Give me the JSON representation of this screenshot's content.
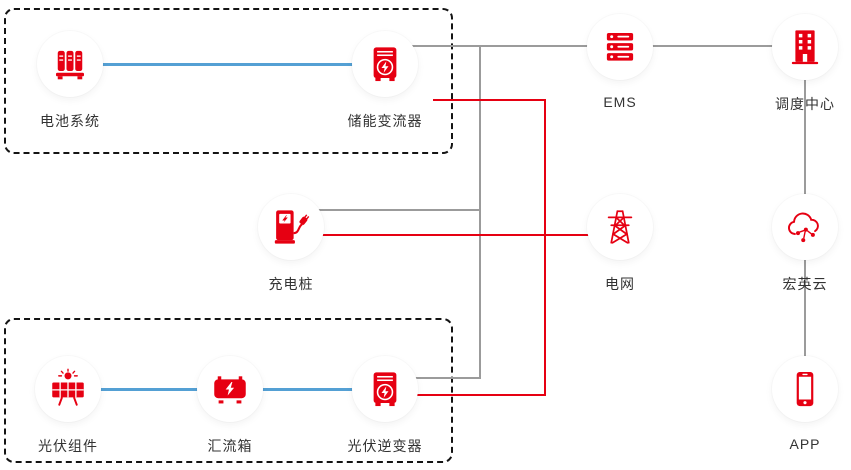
{
  "diagram": {
    "nodes": {
      "battery": {
        "label": "电池系统",
        "icon": "battery-cabinet-icon"
      },
      "storage_converter": {
        "label": "储能变流器",
        "icon": "converter-cabinet-icon"
      },
      "charging_pile": {
        "label": "充电桩",
        "icon": "charging-pile-icon"
      },
      "pv_module": {
        "label": "光伏组件",
        "icon": "solar-panel-icon"
      },
      "combiner_box": {
        "label": "汇流箱",
        "icon": "combiner-box-icon"
      },
      "pv_inverter": {
        "label": "光伏逆变器",
        "icon": "inverter-cabinet-icon"
      },
      "ems": {
        "label": "EMS",
        "icon": "server-stack-icon"
      },
      "dispatch_center": {
        "label": "调度中心",
        "icon": "building-icon"
      },
      "grid": {
        "label": "电网",
        "icon": "transmission-tower-icon"
      },
      "cloud": {
        "label": "宏英云",
        "icon": "cloud-network-icon"
      },
      "app": {
        "label": "APP",
        "icon": "smartphone-icon"
      }
    }
  },
  "colors": {
    "accent_red": "#e60012",
    "line_blue": "#54a0d4",
    "line_gray": "#9b9b9b",
    "label_text": "#333333",
    "dashed_border": "#141414"
  }
}
